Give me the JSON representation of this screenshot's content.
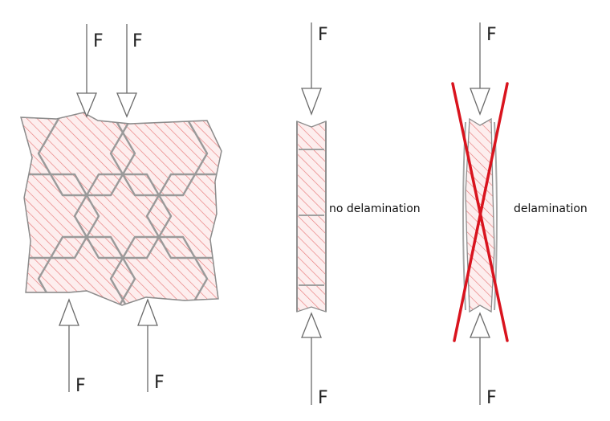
{
  "colors": {
    "hatch": "#e46f6f",
    "fill": "#fde9e9",
    "outline": "#8a8a8a",
    "arrow": "#666666",
    "cross": "#d9141e"
  },
  "panels": {
    "honeycomb": {
      "force_labels": [
        "F",
        "F",
        "F",
        "F"
      ]
    },
    "no_delamination": {
      "force_labels": [
        "F",
        "F"
      ],
      "caption": "no delamination"
    },
    "delamination": {
      "force_labels": [
        "F",
        "F"
      ],
      "caption": "delamination",
      "crossed_out": true
    }
  }
}
